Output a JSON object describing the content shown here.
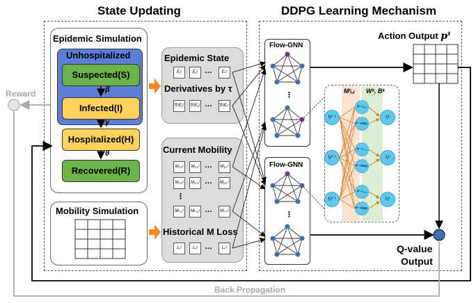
{
  "titles": {
    "state_updating": "State Updating",
    "ddpg": "DDPG Learning Mechanism"
  },
  "epidemic": {
    "title": "Epidemic Simulation",
    "unhospitalized": "Unhospitalized",
    "stages": [
      "Suspected(S)",
      "Infected(I)",
      "Hospitalized(H)",
      "Recovered(R)"
    ],
    "rates": [
      "β",
      "γ",
      "θ"
    ]
  },
  "mobility_sim": {
    "title": "Mobility Simulation"
  },
  "reward": "Reward",
  "back_propagation": "Back Propagation",
  "state_panel": {
    "epidemic_state": "Epidemic State",
    "derivatives": "Derivatives by τ",
    "current_mobility": "Current Mobility",
    "historical_loss": "Historical M Loss",
    "epidemic_cells": [
      "E₁ᵗ",
      "E₂ᵗ",
      "…",
      "Eₖᵗ"
    ],
    "derivative_cells": [
      "∇τE₁ᵗ",
      "∇τE₂ᵗ",
      "…",
      "∇τEₖᵗ"
    ],
    "mobility_rows": [
      [
        "M₁,₁ᵗ",
        "M₁,₂ᵗ",
        "…",
        "M₁,ₖᵗ"
      ],
      [
        "M₂,₁ᵗ",
        "M₂,₂ᵗ",
        "…",
        "M₂,ₖᵗ"
      ],
      [
        "Mₖ,₁ᵗ",
        "Mₖ,₂ᵗ",
        "…",
        "Mₖ,ₖᵗ"
      ]
    ],
    "loss_cells": [
      "L₁ᵗ",
      "L₂ᵗ",
      "…",
      "Lₖᵗ"
    ]
  },
  "gnn": {
    "label_top": "Flow-GNN",
    "label_bottom": "Flow-GNN"
  },
  "action": {
    "label": "Action Output",
    "symbol": "pᵗ"
  },
  "qvalue": {
    "line1": "Q-value",
    "line2": "Output"
  },
  "detail": {
    "m_label": "Mᵗᵢ,ⱼ",
    "w_label": "Wᵏ, Bᵏ",
    "left_nodes": [
      "f₁ᵏ⁻¹",
      "f₂ᵏ⁻¹",
      "f₃ᵏ⁻¹"
    ],
    "mid_nodes": [
      "fᵏ⁻¹ₘ,₁",
      "fᵏ⁻¹stay,1",
      "fᵏ⁻¹ₘ,₂",
      "fᵏ⁻¹stay,2",
      "fᵏ⁻¹ₘ,₃",
      "fᵏ⁻¹stay,3"
    ],
    "right_nodes": [
      "f₁ᵏ",
      "f₂ᵏ",
      "f₃ᵏ"
    ]
  },
  "colors": {
    "unhospitalized_bg": "#5b7fd6",
    "green_stage": "#6cb34a",
    "yellow_stage": "#ffd25a",
    "orange_arrow": "#f08a24",
    "node_blue": "#3d6fb5",
    "node_purple": "#7a2f8a",
    "detail_node": "#5ec8ee",
    "detail_orange_band": "#fbe3cf",
    "detail_green_band": "#dcefd3"
  }
}
